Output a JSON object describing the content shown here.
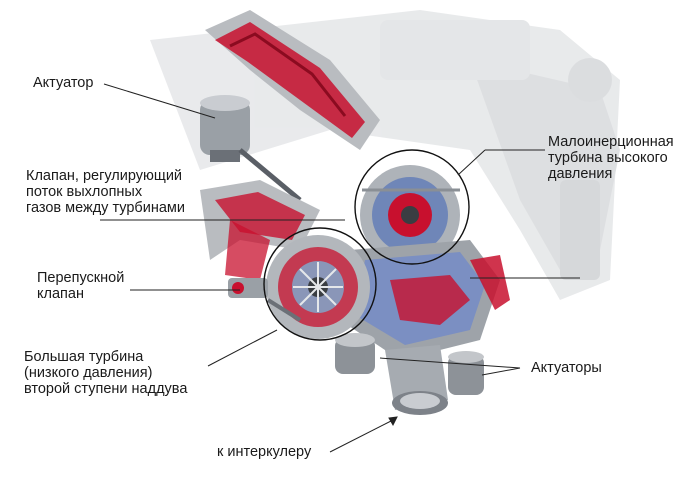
{
  "labels": {
    "actuator": "Актуатор",
    "flow_valve": "Клапан, регулирующий\nпоток выхлопных\nгазов между турбинами",
    "bypass_valve": "Перепускной\nклапан",
    "big_turbine": "Большая турбина\n(низкого давления)\nвторой ступени наддува",
    "hp_turbine": "Малоинерционная\nтурбина высокого\nдавления",
    "actuators": "Актуаторы",
    "intercooler": "к интеркулеру"
  },
  "colors": {
    "accent_red": "#c8102e",
    "metal_dark": "#5a5f66",
    "metal_light": "#c9ccd1",
    "cooling_blue": "#6f86b8",
    "leader_line": "#222222"
  }
}
